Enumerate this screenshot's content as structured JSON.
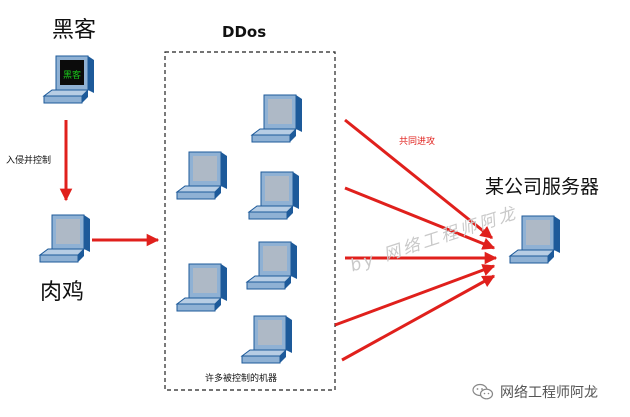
{
  "labels": {
    "hacker": "黑客",
    "zombie": "肉鸡",
    "ddos": "DDos",
    "target_server": "某公司服务器",
    "intrude_control": "入侵并控制",
    "joint_attack": "共同进攻",
    "many_controlled": "许多被控制的机器",
    "hacker_screen_text": "黑客"
  },
  "watermark": "by 网络工程师阿龙",
  "brand": {
    "text": "网络工程师阿龙",
    "icon": "wechat-icon"
  },
  "colors": {
    "arrow": "#e0201c",
    "computer_body": "#8fb1d4",
    "computer_dark": "#1d5a9a",
    "screen": "#aeb9c6",
    "hacker_screen": "#0b0b0b",
    "hacker_text": "#19c419"
  },
  "computers": [
    {
      "id": "hacker"
    },
    {
      "id": "zombie"
    },
    {
      "id": "bot-1"
    },
    {
      "id": "bot-2"
    },
    {
      "id": "bot-3"
    },
    {
      "id": "bot-4"
    },
    {
      "id": "bot-5"
    },
    {
      "id": "bot-6"
    },
    {
      "id": "bot-7"
    },
    {
      "id": "server"
    }
  ]
}
